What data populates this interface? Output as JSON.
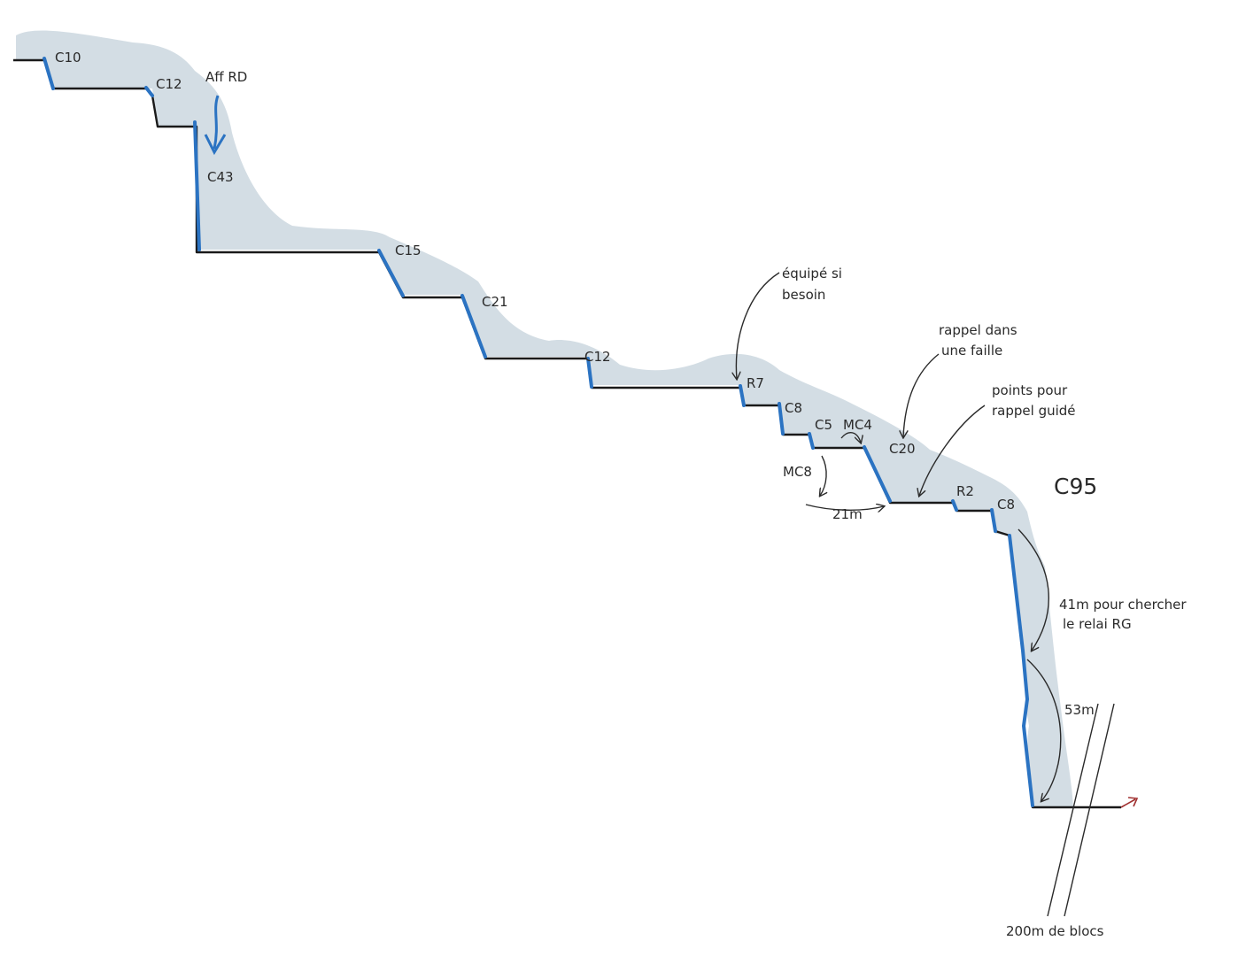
{
  "colors": {
    "rock": "#d3dde4",
    "floor": "#1a1a1a",
    "rappel": "#2b73c2",
    "annotation": "#2a2a2a",
    "exit_arrow": "#a03030"
  },
  "rappels": {
    "c10": "C10",
    "c12a": "C12",
    "c43": "C43",
    "c15": "C15",
    "c21": "C21",
    "c12b": "C12",
    "r7": "R7",
    "c8a": "C8",
    "c5": "C5",
    "mc4": "MC4",
    "c20": "C20",
    "r2": "R2",
    "c8b": "C8",
    "mc8": "MC8",
    "c95": "C95"
  },
  "notes": {
    "aff_rd": "Aff RD",
    "equipe_1": "équipé si",
    "equipe_2": "besoin",
    "faille_1": "rappel dans",
    "faille_2": "une faille",
    "guide_1": "points pour",
    "guide_2": "rappel guidé",
    "dist_21": "21m",
    "relai_1": "41m pour chercher",
    "relai_2": "le relai RG",
    "dist_53": "53m",
    "blocs": "200m de blocs"
  }
}
